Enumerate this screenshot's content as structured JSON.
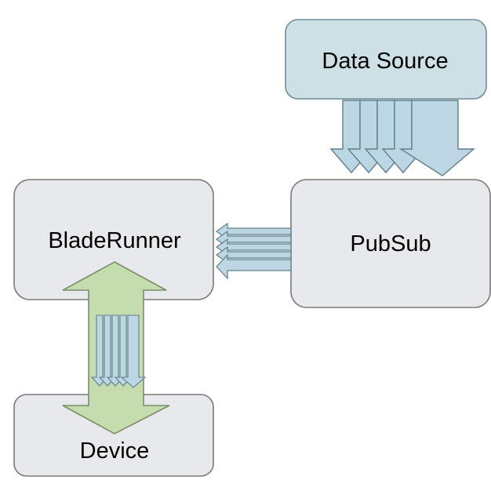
{
  "diagram": {
    "nodes": {
      "data_source": {
        "label": "Data Source"
      },
      "pubsub": {
        "label": "PubSub"
      },
      "bladerunner": {
        "label": "BladeRunner"
      },
      "device": {
        "label": "Device"
      }
    }
  },
  "colors": {
    "data_source_fill": "#cde0e6",
    "data_source_stroke": "#6d8d99",
    "node_fill": "#e8e9ec",
    "node_stroke": "#7a7a7a",
    "stream_arrow_fill": "#bcd6e3",
    "stream_arrow_stroke": "#5f7f8c",
    "bidirectional_arrow_fill": "#c5dcaf",
    "bidirectional_arrow_stroke": "#7a8f6a"
  }
}
